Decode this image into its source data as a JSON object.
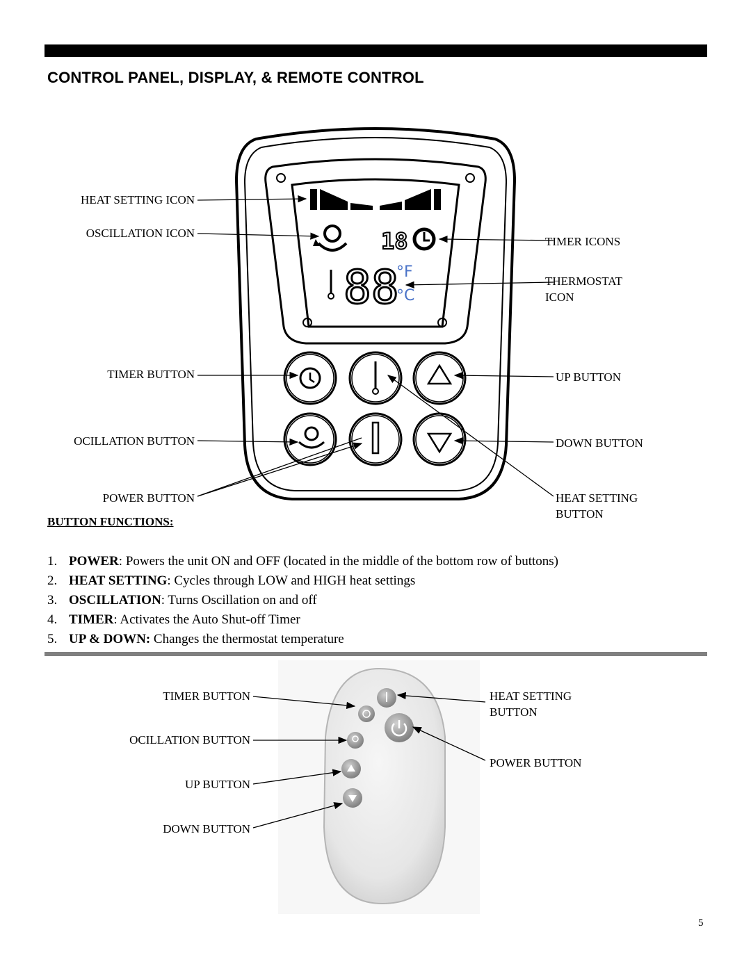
{
  "page": {
    "heading": "CONTROL PANEL, DISPLAY, & REMOTE CONTROL",
    "page_number": "5"
  },
  "panel": {
    "display": {
      "digits": "88",
      "timer_digits": "18",
      "unit_f": "°F",
      "unit_c": "°C"
    },
    "labels_left": {
      "heat_setting_icon": "HEAT SETTING ICON",
      "oscillation_icon": "OSCILLATION ICON",
      "timer_button": "TIMER BUTTON",
      "oscillation_button": "OCILLATION  BUTTON",
      "power_button": "POWER BUTTON"
    },
    "labels_right": {
      "timer_icons": "TIMER ICONS",
      "thermostat_icon_l1": "THERMOSTAT",
      "thermostat_icon_l2": "ICON",
      "up_button": "UP BUTTON",
      "down_button": "DOWN BUTTON",
      "heat_setting_button_l1": "HEAT SETTING",
      "heat_setting_button_l2": "BUTTON"
    }
  },
  "functions": {
    "heading": "BUTTON FUNCTIONS:",
    "items": [
      {
        "num": "1.",
        "term": "POWER",
        "sep": ": ",
        "desc": "Powers the unit ON and OFF (located in the middle of the bottom row of buttons)"
      },
      {
        "num": "2.",
        "term": "HEAT SETTING",
        "sep": ": ",
        "desc": "Cycles through LOW and HIGH heat settings"
      },
      {
        "num": "3.",
        "term": "OSCILLATION",
        "sep": ": ",
        "desc": "Turns Oscillation on and off"
      },
      {
        "num": "4.",
        "term": "TIMER",
        "sep": ": ",
        "desc": "Activates the Auto Shut-off Timer"
      },
      {
        "num": "5.",
        "term": "UP & DOWN:",
        "sep": " ",
        "desc": "Changes the thermostat temperature"
      }
    ]
  },
  "remote": {
    "labels_left": {
      "timer_button": "TIMER BUTTON",
      "oscillation_button": "OCILLATION  BUTTON",
      "up_button": "UP BUTTON",
      "down_button": "DOWN BUTTON"
    },
    "labels_right": {
      "heat_setting_button_l1": "HEAT SETTING",
      "heat_setting_button_l2": "BUTTON",
      "power_button": "POWER BUTTON"
    }
  },
  "colors": {
    "unit_blue": "#4a73c8",
    "divider": "#808080",
    "remote_body": "#ececec"
  }
}
